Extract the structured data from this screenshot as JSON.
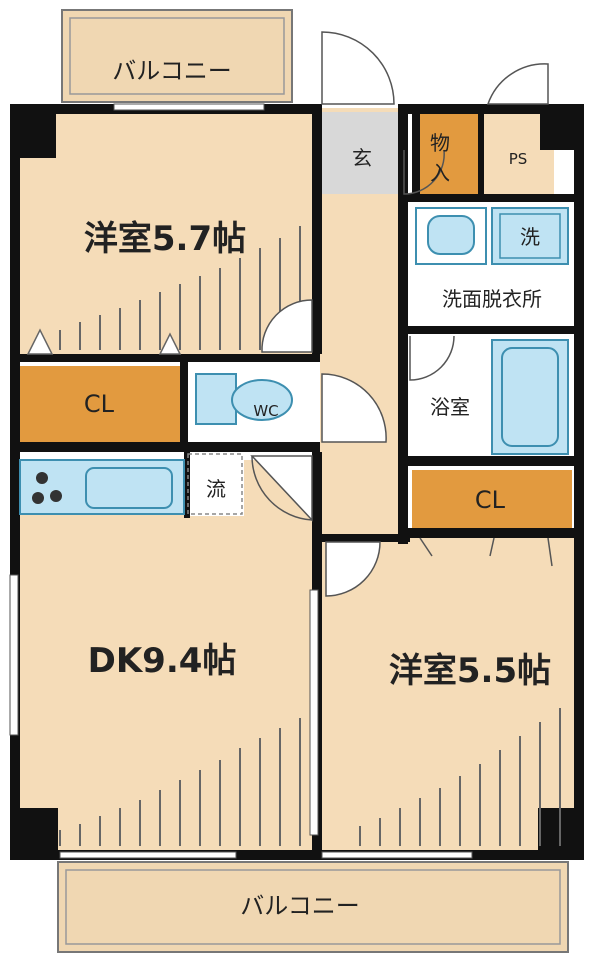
{
  "colors": {
    "floor": "#f5dcb8",
    "wall": "#111111",
    "closet": "#e29a3f",
    "water": "#bfe3f3",
    "water_stroke": "#3d8fb0",
    "balcony": "#f0d7b2",
    "grey_floor": "#d8d8d8",
    "white_floor": "#ffffff"
  },
  "rooms": {
    "balcony_top": "バルコニー",
    "bedroom_top": "洋室5.7帖",
    "entrance": "玄",
    "storage": "物入",
    "ps": "PS",
    "washer": "洗",
    "washroom": "洗面脱衣所",
    "closet_left": "CL",
    "toilet": "WC",
    "bathroom": "浴室",
    "kitchen_sink": "流",
    "closet_right": "CL",
    "dk": "DK9.4帖",
    "bedroom_bottom": "洋室5.5帖",
    "balcony_bottom": "バルコニー"
  }
}
